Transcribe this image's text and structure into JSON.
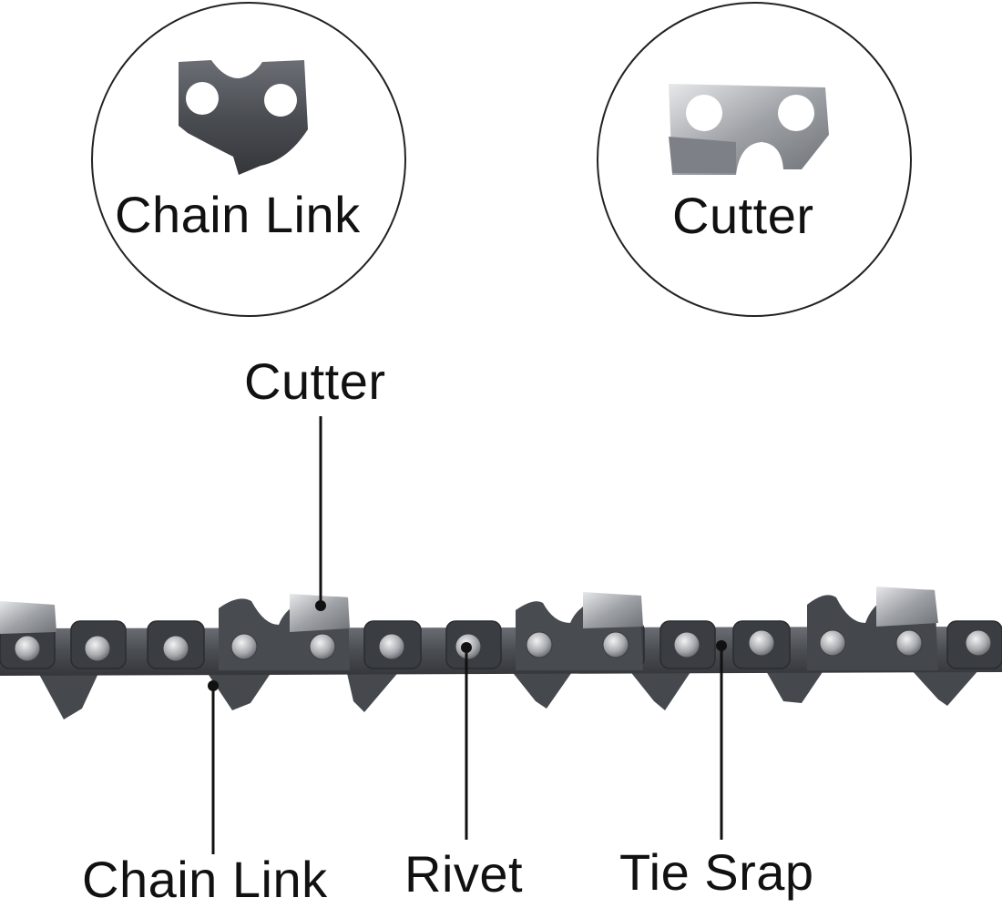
{
  "callouts": {
    "chain_link": "Chain Link",
    "cutter": "Cutter"
  },
  "labels": {
    "cutter": "Cutter",
    "chain_link": "Chain Link",
    "rivet": "Rivet",
    "tie_strap": "Tie Srap"
  },
  "colors": {
    "steel_dark": "#3f4247",
    "steel_mid": "#5d6066",
    "chrome": "#b9bcc0",
    "rivet": "#c9cbce",
    "line": "#111111"
  }
}
